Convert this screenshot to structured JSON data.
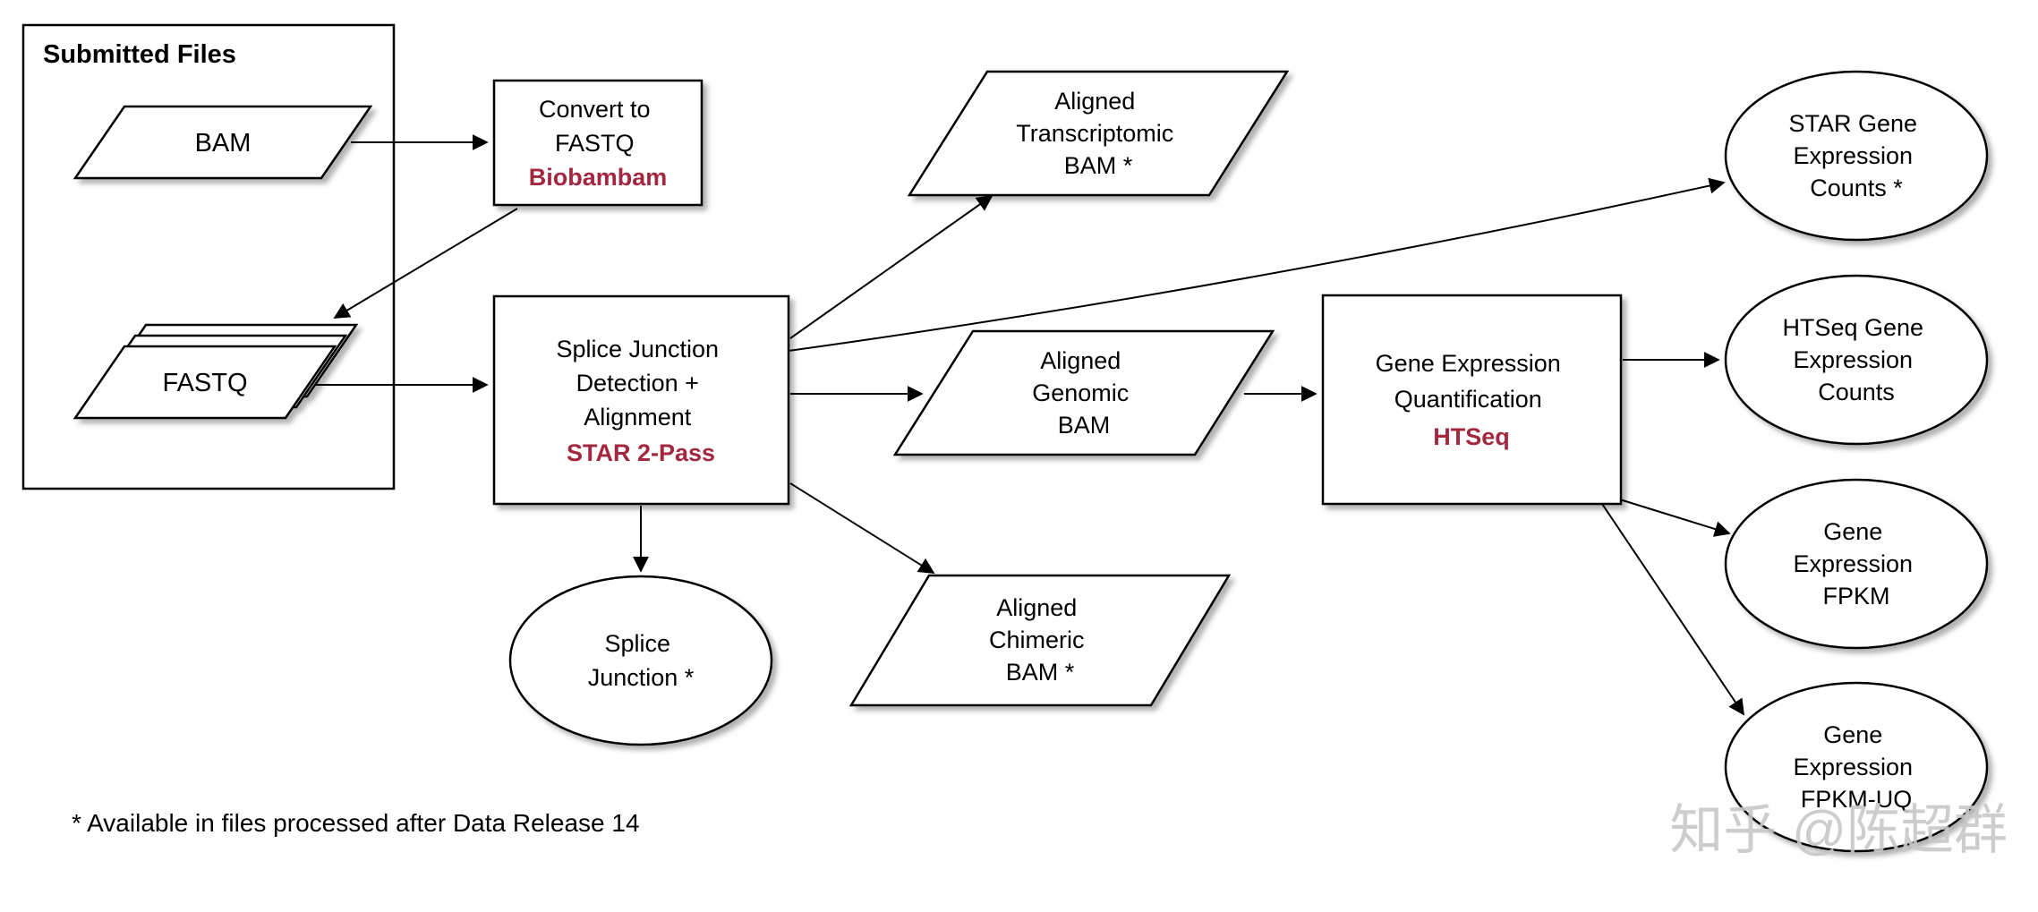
{
  "diagram": {
    "footnote": "* Available in files processed after Data Release 14",
    "watermark": "知乎 @陈超群",
    "colors": {
      "accent": "#A3273F",
      "stroke": "#000000",
      "fill": "#FFFFFF",
      "watermark": "#C8C8C8"
    }
  },
  "nodes": {
    "submitted_files": {
      "label": "Submitted Files"
    },
    "bam": {
      "label": "BAM"
    },
    "fastq": {
      "label": "FASTQ"
    },
    "convert": {
      "lines": [
        "Convert to",
        "FASTQ"
      ],
      "tool": "Biobambam"
    },
    "star": {
      "lines": [
        "Splice Junction",
        "Detection +",
        "Alignment"
      ],
      "tool": "STAR 2-Pass"
    },
    "aligned_transcriptomic": {
      "lines": [
        "Aligned",
        "Transcriptomic",
        "BAM *"
      ]
    },
    "aligned_genomic": {
      "lines": [
        "Aligned",
        "Genomic",
        "BAM"
      ]
    },
    "aligned_chimeric": {
      "lines": [
        "Aligned",
        "Chimeric",
        "BAM *"
      ]
    },
    "gene_expr_quant": {
      "lines": [
        "Gene Expression",
        "Quantification"
      ],
      "tool": "HTSeq"
    },
    "star_counts": {
      "lines": [
        "STAR Gene",
        "Expression",
        "Counts *"
      ]
    },
    "htseq_counts": {
      "lines": [
        "HTSeq Gene",
        "Expression",
        "Counts"
      ]
    },
    "fpkm": {
      "lines": [
        "Gene",
        "Expression",
        "FPKM"
      ]
    },
    "fpkm_uq": {
      "lines": [
        "Gene",
        "Expression",
        "FPKM-UQ"
      ]
    },
    "splice_junction": {
      "lines": [
        "Splice",
        "Junction *"
      ]
    }
  }
}
